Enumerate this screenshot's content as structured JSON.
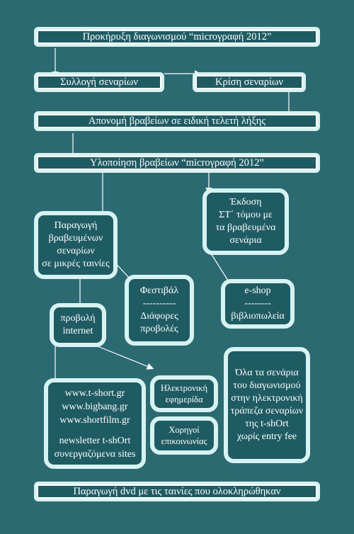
{
  "banners": {
    "contest": "Προκήρυξη διαγωνισμού “microγραφή 2012”",
    "collection": "Συλλογή σεναρίων",
    "judging": "Κρίση σεναρίων",
    "awards": "Απονομή βραβείων σε ειδική τελετή λήξης",
    "implementation": "Υλοποίηση βραβείων “microγραφή 2012”",
    "dvd": "Παραγωγή dvd με τις ταινίες που ολοκληρώθηκαν"
  },
  "boxes": {
    "production": [
      "Παραγωγή",
      "βραβευμένων",
      "σεναρίων",
      "σε μικρές ταινίες"
    ],
    "edition": [
      "Έκδοση",
      "ΣΤ΄ τόμου με",
      "τα  βραβευμένα",
      "σενάρια"
    ],
    "festivals": [
      "Φεστιβάλ",
      "----------",
      "Διάφορες",
      "προβολές"
    ],
    "eshop": [
      "e-shop",
      "--------",
      "βιβλιοπωλεία"
    ],
    "internet": [
      "προβολή",
      "internet"
    ],
    "newspaper": [
      "Ηλεκτρονική",
      "εφημερίδα"
    ],
    "sponsors": [
      "Χορηγοί",
      "επικοινωνίας"
    ],
    "sites": [
      "www.t-short.gr",
      "www.bigbang.gr",
      "www.shortfilm.gr",
      "",
      "newsletter t-shOrt",
      "συνεργαζόμενα sites"
    ],
    "bank": [
      "Όλα τα σενάρια",
      "του διαγωνισμού",
      "στην ηλεκτρονική",
      "τράπεζα σεναρίων",
      "της t-shOrt",
      "χωρίς entry fee"
    ]
  },
  "colors": {
    "background": "#2c6a72",
    "box_fill": "#1f5b63",
    "border": "#d7f3f1",
    "text": "#ffffff"
  }
}
